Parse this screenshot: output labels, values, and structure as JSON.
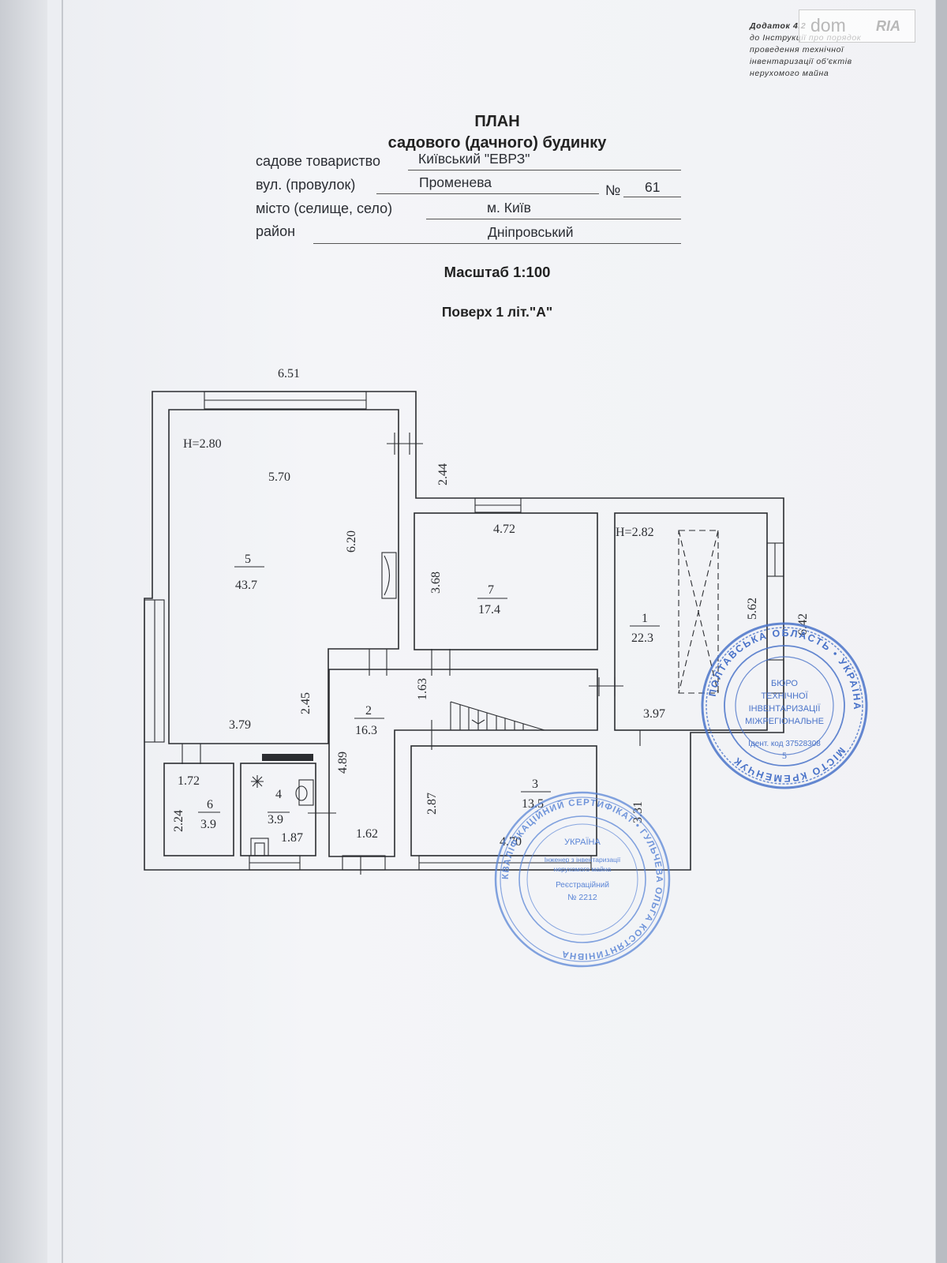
{
  "annex": {
    "line1": "Додаток 4.2",
    "line2": "до Інструкції про порядок",
    "line3": "проведення технічної",
    "line4": "інвентаризації об'єктів",
    "line5": "нерухомого майна"
  },
  "logo": {
    "brand": "dom",
    "brand2": "RIA"
  },
  "title": {
    "line1": "ПЛАН",
    "line2": "садового (дачного) будинку"
  },
  "fields": {
    "society_label": "садове товариство",
    "society_value": "Київський \"ЕВРЗ\"",
    "street_label": "вул. (провулок)",
    "street_value": "Променева",
    "number_label": "№",
    "number_value": "61",
    "city_label": "місто (селище, село)",
    "city_value": "м. Київ",
    "district_label": "район",
    "district_value": "Дніпровський"
  },
  "scale": "Масштаб 1:100",
  "floor": "Поверх 1 літ.\"А\"",
  "plan": {
    "dims": {
      "top_width": "6.51",
      "h_left": "H=2.80",
      "r5_width": "5.70",
      "r5_height": "6.20",
      "step_height": "2.44",
      "r7_width": "4.72",
      "r7_height": "3.68",
      "h_right": "H=2.82",
      "r1_height": "5.62",
      "total_right": "6.42",
      "r5_lower": "2.45",
      "r5_bottom": "3.79",
      "r2_height_upper": "1.63",
      "r1_bottom": "3.97",
      "r6_width": "1.72",
      "r6_height": "2.24",
      "r4_width": "1.87",
      "r2_height": "4.89",
      "r2_bottom": "1.62",
      "r3_height": "2.87",
      "r3_width": "4.70",
      "r3_side": "3.31"
    },
    "rooms": [
      {
        "num": "5",
        "area": "43.7"
      },
      {
        "num": "7",
        "area": "17.4"
      },
      {
        "num": "1",
        "area": "22.3"
      },
      {
        "num": "2",
        "area": "16.3"
      },
      {
        "num": "3",
        "area": "13.5"
      },
      {
        "num": "6",
        "area": "3.9"
      },
      {
        "num": "4",
        "area": "3.9"
      }
    ]
  },
  "stamps": {
    "right_top": "ПОЛТАВСЬКА ОБЛАСТЬ • УКРАЇНА",
    "right_bottom": "МІСТО КРЕМЕНЧУК",
    "right_center1": "БЮРО",
    "right_center2": "ТЕХНІЧНОЇ",
    "right_center3": "ІНВЕНТАРИЗАЦІЇ",
    "right_center4": "МІЖРЕГІОНАЛЬНЕ",
    "right_code": "Ідент. код 37528308",
    "right_num": "5",
    "left_ring": "КВАЛІФІКАЦІЙНИЙ СЕРТИФІКАТ • ГУЛЬЧЕВА ОЛЬГА КОСТЯНТИНІВНА",
    "left_center1": "УКРАЇНА",
    "left_center2": "Інженер з інвентаризації",
    "left_center3": "нерухомого майна",
    "left_center4": "Реєстраційний",
    "left_center5": "№ 2212"
  },
  "colors": {
    "stamp_blue": "#4a73c9",
    "ink": "#2b2d31"
  }
}
